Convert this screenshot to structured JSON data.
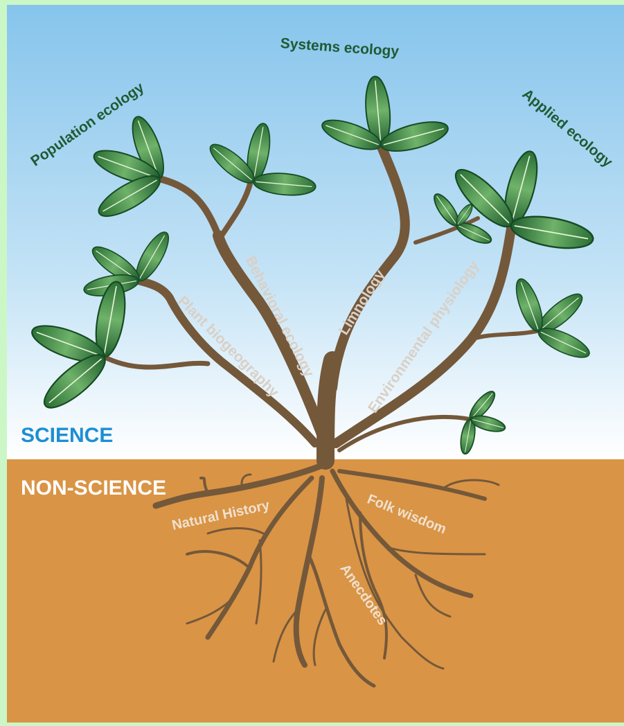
{
  "colors": {
    "frame": "#cbf7c6",
    "sky_top": "#86c4ec",
    "sky_bottom": "#ffffff",
    "soil": "#d99445",
    "trunk": "#74583a",
    "leaf_dark": "#1f5e2e",
    "leaf_light": "#6fb26a",
    "science_label": "#1d8ed3",
    "nonscience_label": "#ffffff"
  },
  "zones": {
    "science": "SCIENCE",
    "non_science": "NON-SCIENCE"
  },
  "fields": {
    "systems_ecology": "Systems ecology",
    "population_ecology": "Population ecology",
    "applied_ecology": "Applied ecology"
  },
  "branches": {
    "behavioral_ecology": "Behavioral ecology",
    "plant_biogeography": "Plant biogeography",
    "limnology": "Limnology",
    "environmental_physiology": "Environmental physiology"
  },
  "roots": {
    "natural_history": "Natural History",
    "folk_wisdom": "Folk wisdom",
    "anecdotes": "Anecdotes"
  }
}
